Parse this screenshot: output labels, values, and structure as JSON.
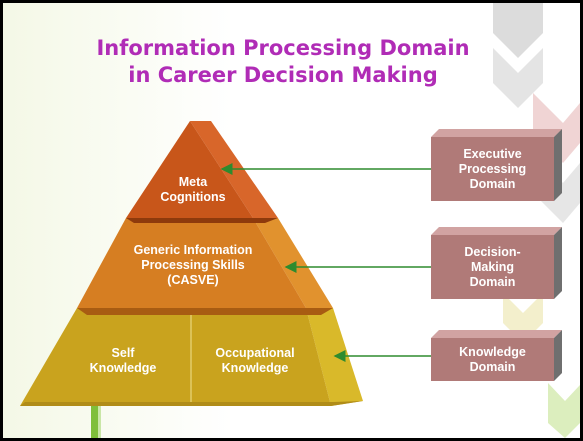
{
  "title": {
    "line1": "Information Processing Domain",
    "line2": "in Career Decision Making"
  },
  "pyramid": {
    "top": {
      "line1": "Meta",
      "line2": "Cognitions"
    },
    "middle": {
      "line1": "Generic Information",
      "line2": "Processing Skills",
      "line3": "(CASVE)"
    },
    "bottom_left": {
      "line1": "Self",
      "line2": "Knowledge"
    },
    "bottom_right": {
      "line1": "Occupational",
      "line2": "Knowledge"
    }
  },
  "domains": [
    {
      "line1": "Executive",
      "line2": "Processing",
      "line3": "Domain"
    },
    {
      "line1": "Decision-",
      "line2": "Making",
      "line3": "Domain"
    },
    {
      "line1": "Knowledge",
      "line2": "Domain"
    }
  ],
  "colors": {
    "title": "#b02cb6",
    "pyramid_top": "#c8561a",
    "pyramid_middle": "#d67e22",
    "pyramid_bottom": "#c9a31e",
    "domain_box": "#b07a78",
    "arrow": "#2e8b2e"
  }
}
